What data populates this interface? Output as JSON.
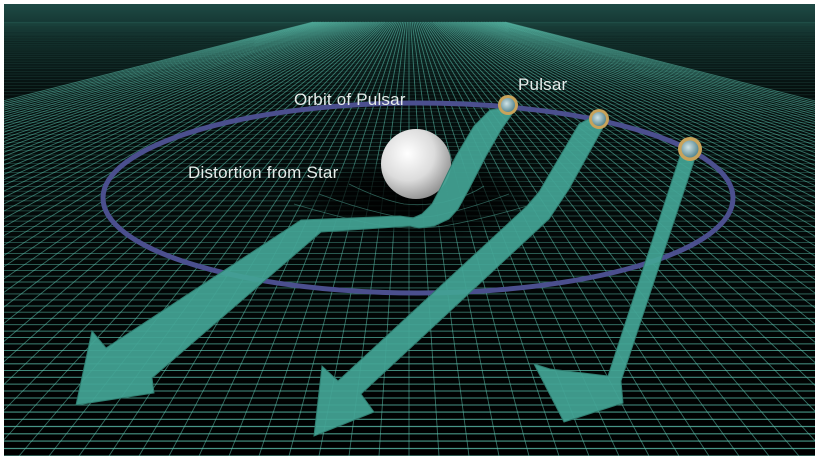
{
  "labels": {
    "orbit": "Orbit of Pulsar",
    "pulsar": "Pulsar",
    "distortion": "Distortion from Star"
  },
  "colors": {
    "background": "#000000",
    "grid": "#5fc7b3",
    "orbit": "#4b4f8e",
    "arrow": "#43a494",
    "star": "#e9e9e9",
    "pulsar_ring": "#c8a35a",
    "pulsar_core": "#7fa8b3"
  },
  "icons": [
    "star-sphere",
    "pulsar-marker",
    "signal-arrow"
  ]
}
